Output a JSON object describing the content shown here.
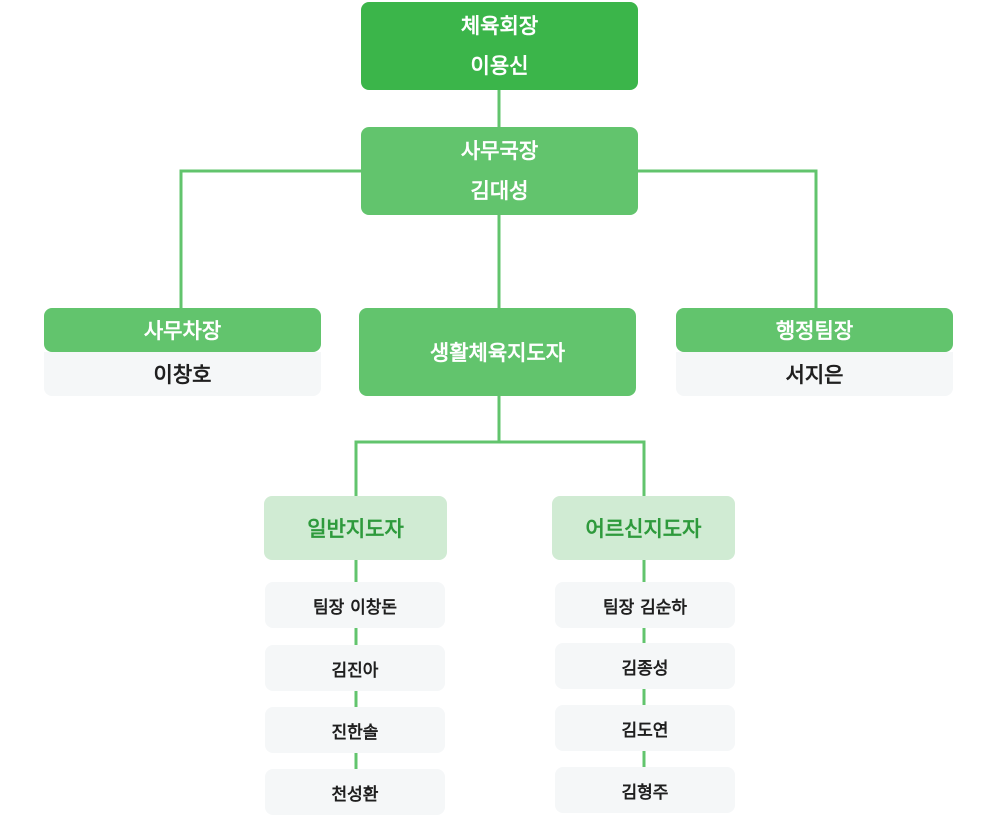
{
  "chairman": {
    "title": "체육회장",
    "name": "이용신"
  },
  "secretary_general": {
    "title": "사무국장",
    "name": "김대성"
  },
  "deputy_secretary": {
    "title": "사무차장",
    "name": "이창호"
  },
  "sports_coaches": {
    "title": "생활체육지도자"
  },
  "admin_team_lead": {
    "title": "행정팀장",
    "name": "서지은"
  },
  "general_coaches": {
    "title": "일반지도자",
    "members": [
      "팀장 이창돈",
      "김진아",
      "진한솔",
      "천성환"
    ]
  },
  "senior_coaches": {
    "title": "어르신지도자",
    "members": [
      "팀장 김순하",
      "김종성",
      "김도연",
      "김형주"
    ]
  },
  "colors": {
    "primary_green": "#3bb54a",
    "secondary_green": "#62c46d",
    "light_green": "#d0ebd3",
    "team_text_green": "#2e9a3c",
    "card_gray": "#f5f7f8"
  }
}
